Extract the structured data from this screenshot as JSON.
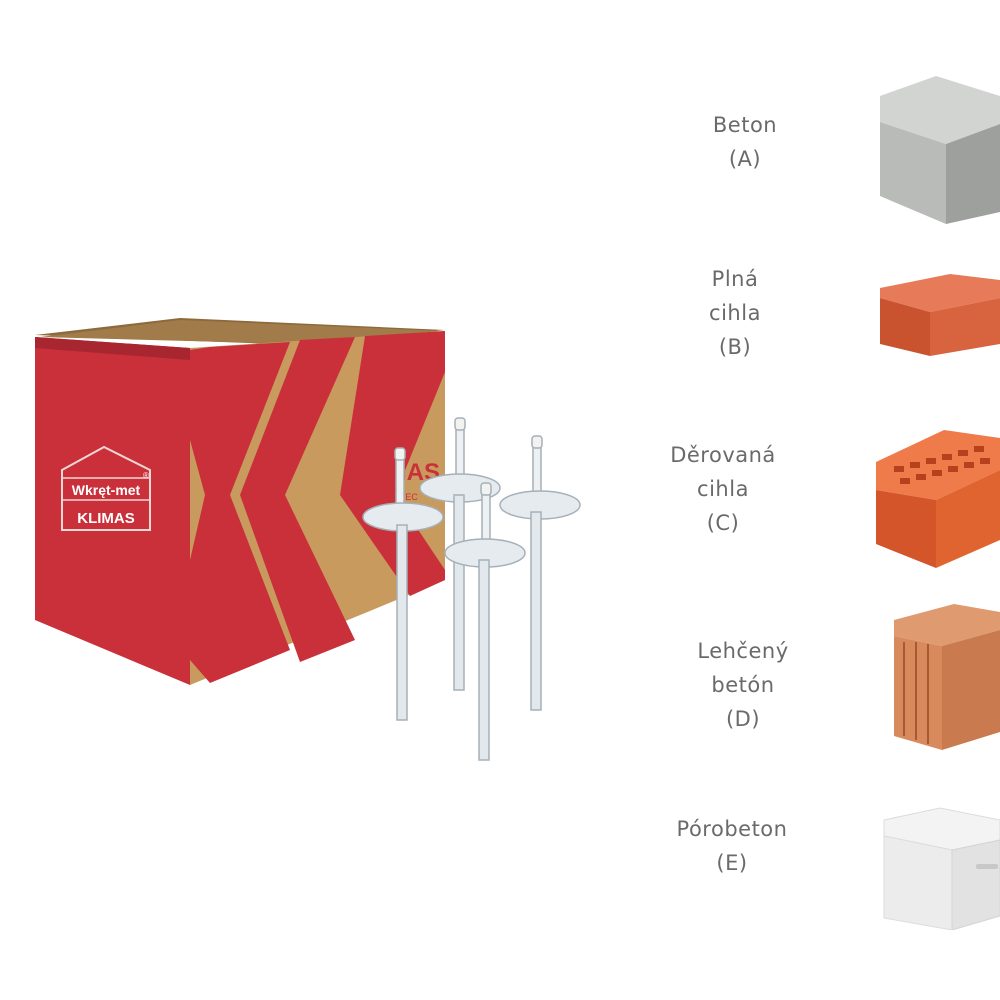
{
  "box": {
    "brand_badge": "Wkręt-met",
    "registered_mark": "®",
    "brand_name": "KLIMAS",
    "side_brand": "KLIMAS",
    "side_sub": "FASTENER TEC"
  },
  "materials": [
    {
      "lines": [
        "Beton",
        "(A)"
      ],
      "icon": "concrete-block"
    },
    {
      "lines": [
        "Plná",
        "cihla",
        "(B)"
      ],
      "icon": "solid-brick"
    },
    {
      "lines": [
        "Děrovaná",
        "cihla",
        "(C)"
      ],
      "icon": "perforated-brick"
    },
    {
      "lines": [
        "Lehčený",
        "betón",
        "(D)"
      ],
      "icon": "lightweight-block"
    },
    {
      "lines": [
        "Pórobeton",
        "(E)"
      ],
      "icon": "aerated-concrete-block"
    }
  ],
  "colors": {
    "box_red": "#c9303a",
    "box_cardboard": "#c99a5e",
    "label_text": "#6a6a6a"
  }
}
